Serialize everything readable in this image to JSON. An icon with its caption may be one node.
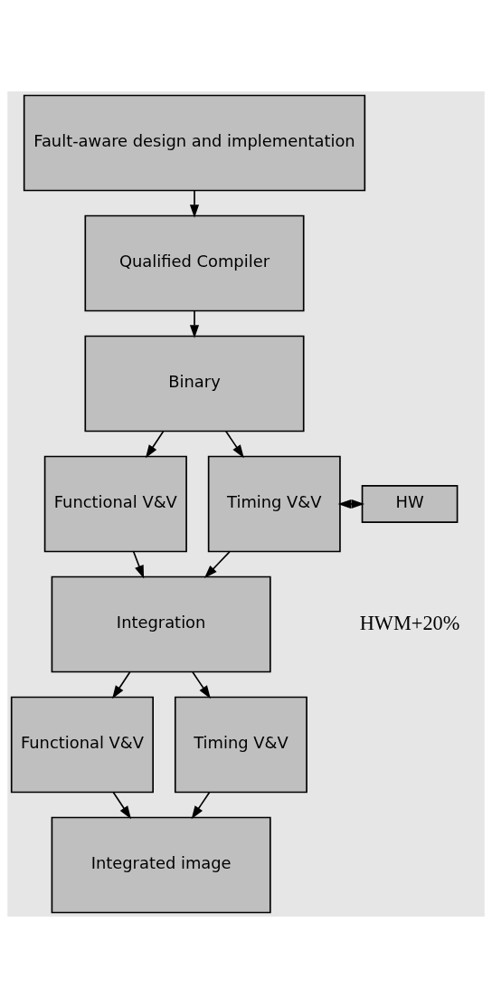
{
  "diagram": {
    "nodes": [
      {
        "text": [
          "Fault-aware design and implementation"
        ]
      },
      {
        "text": [
          "Qualified Compiler"
        ]
      },
      {
        "text": [
          "Binary"
        ]
      },
      {
        "text": [
          "Functional V&V"
        ]
      },
      {
        "text": [
          "Timing V&V"
        ]
      },
      {
        "text": [
          "HW"
        ]
      },
      {
        "text": [
          "Integration"
        ]
      },
      {
        "text": [
          "Functional V&V"
        ]
      },
      {
        "text": [
          "Timing V&V"
        ]
      },
      {
        "text": [
          "Integrated image"
        ]
      }
    ],
    "edges": [
      {
        "from": 0,
        "to": 1,
        "arrow": "to"
      },
      {
        "from": 1,
        "to": 2,
        "arrow": "to"
      },
      {
        "from": 2,
        "to": 3,
        "arrow": "to"
      },
      {
        "from": 2,
        "to": 4,
        "arrow": "to"
      },
      {
        "from": 3,
        "to": 6,
        "arrow": "to"
      },
      {
        "from": 4,
        "to": 6,
        "arrow": "to"
      },
      {
        "from": 4,
        "to": 5,
        "arrow": "both"
      },
      {
        "from": 6,
        "to": 7,
        "arrow": "to"
      },
      {
        "from": 6,
        "to": 8,
        "arrow": "to"
      },
      {
        "from": 7,
        "to": 9,
        "arrow": "to"
      },
      {
        "from": 8,
        "to": 9,
        "arrow": "to"
      }
    ],
    "labels": [
      "HWM+20%"
    ]
  }
}
